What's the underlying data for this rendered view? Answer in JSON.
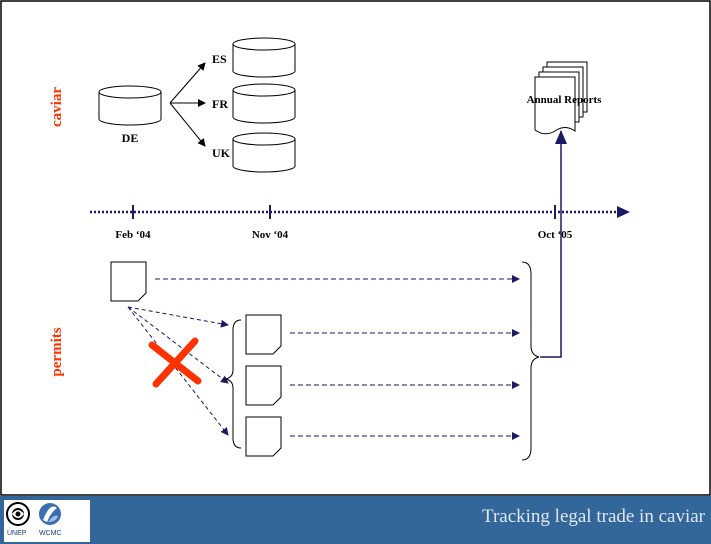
{
  "labels": {
    "caviar": "caviar",
    "permits": "permits",
    "DE": "DE",
    "ES": "ES",
    "FR": "FR",
    "UK": "UK",
    "annual_reports": "Annual Reports",
    "feb04": "Feb ‘04",
    "nov04": "Nov ‘04",
    "oct05": "Oct ‘05"
  },
  "footer": {
    "title": "Tracking legal trade in caviar",
    "logo_left": "UNEP",
    "logo_right": "WCMC"
  },
  "colors": {
    "accent": "#ff3300",
    "navy": "#1a1a66",
    "footer_bg": "#336699",
    "footer_text": "#dfe8f2"
  }
}
